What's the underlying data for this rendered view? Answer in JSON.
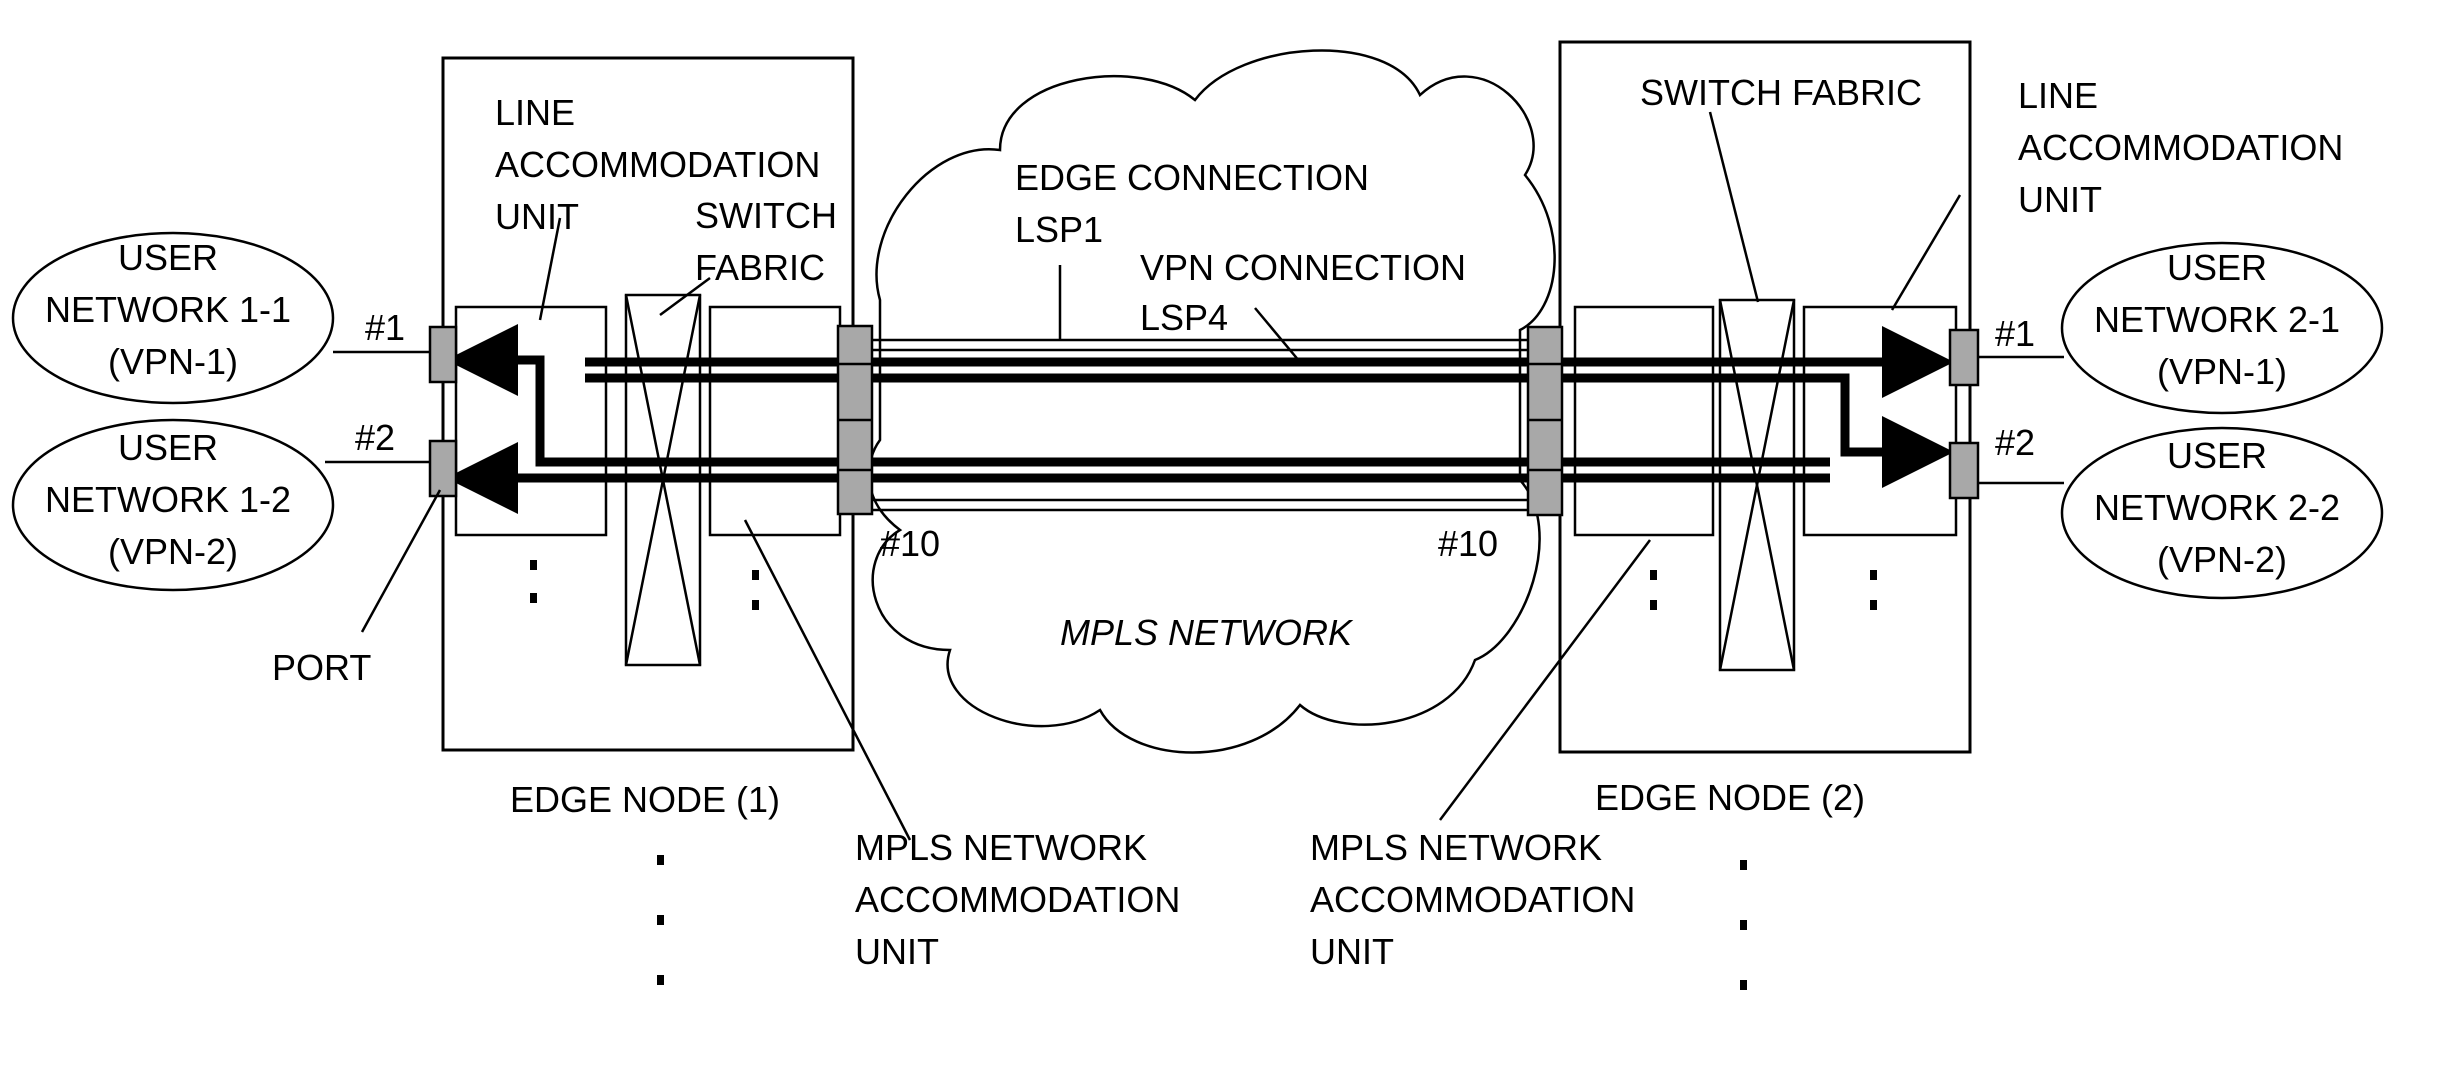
{
  "nodes": {
    "edge1": {
      "title": "EDGE NODE (1)",
      "line_unit": [
        "LINE",
        "ACCOMMODATION",
        "UNIT"
      ],
      "switch_fabric": [
        "SWITCH",
        "FABRIC"
      ],
      "mpls_unit": [
        "MPLS NETWORK",
        "ACCOMMODATION",
        "UNIT"
      ],
      "port1": "#1",
      "port2": "#2",
      "port10": "#10",
      "port_label": "PORT"
    },
    "edge2": {
      "title": "EDGE NODE (2)",
      "line_unit": [
        "LINE",
        "ACCOMMODATION",
        "UNIT"
      ],
      "switch_fabric": "SWITCH FABRIC",
      "mpls_unit": [
        "MPLS NETWORK",
        "ACCOMMODATION",
        "UNIT"
      ],
      "port1": "#1",
      "port2": "#2",
      "port10": "#10"
    }
  },
  "users": {
    "u11": [
      "USER",
      "NETWORK 1-1",
      "(VPN-1)"
    ],
    "u12": [
      "USER",
      "NETWORK 1-2",
      "(VPN-2)"
    ],
    "u21": [
      "USER",
      "NETWORK 2-1",
      "(VPN-1)"
    ],
    "u22": [
      "USER",
      "NETWORK 2-2",
      "(VPN-2)"
    ]
  },
  "network": {
    "name": "MPLS NETWORK",
    "edge_connection": [
      "EDGE CONNECTION",
      "LSP1"
    ],
    "vpn_connection": [
      "VPN CONNECTION",
      "LSP4"
    ]
  }
}
